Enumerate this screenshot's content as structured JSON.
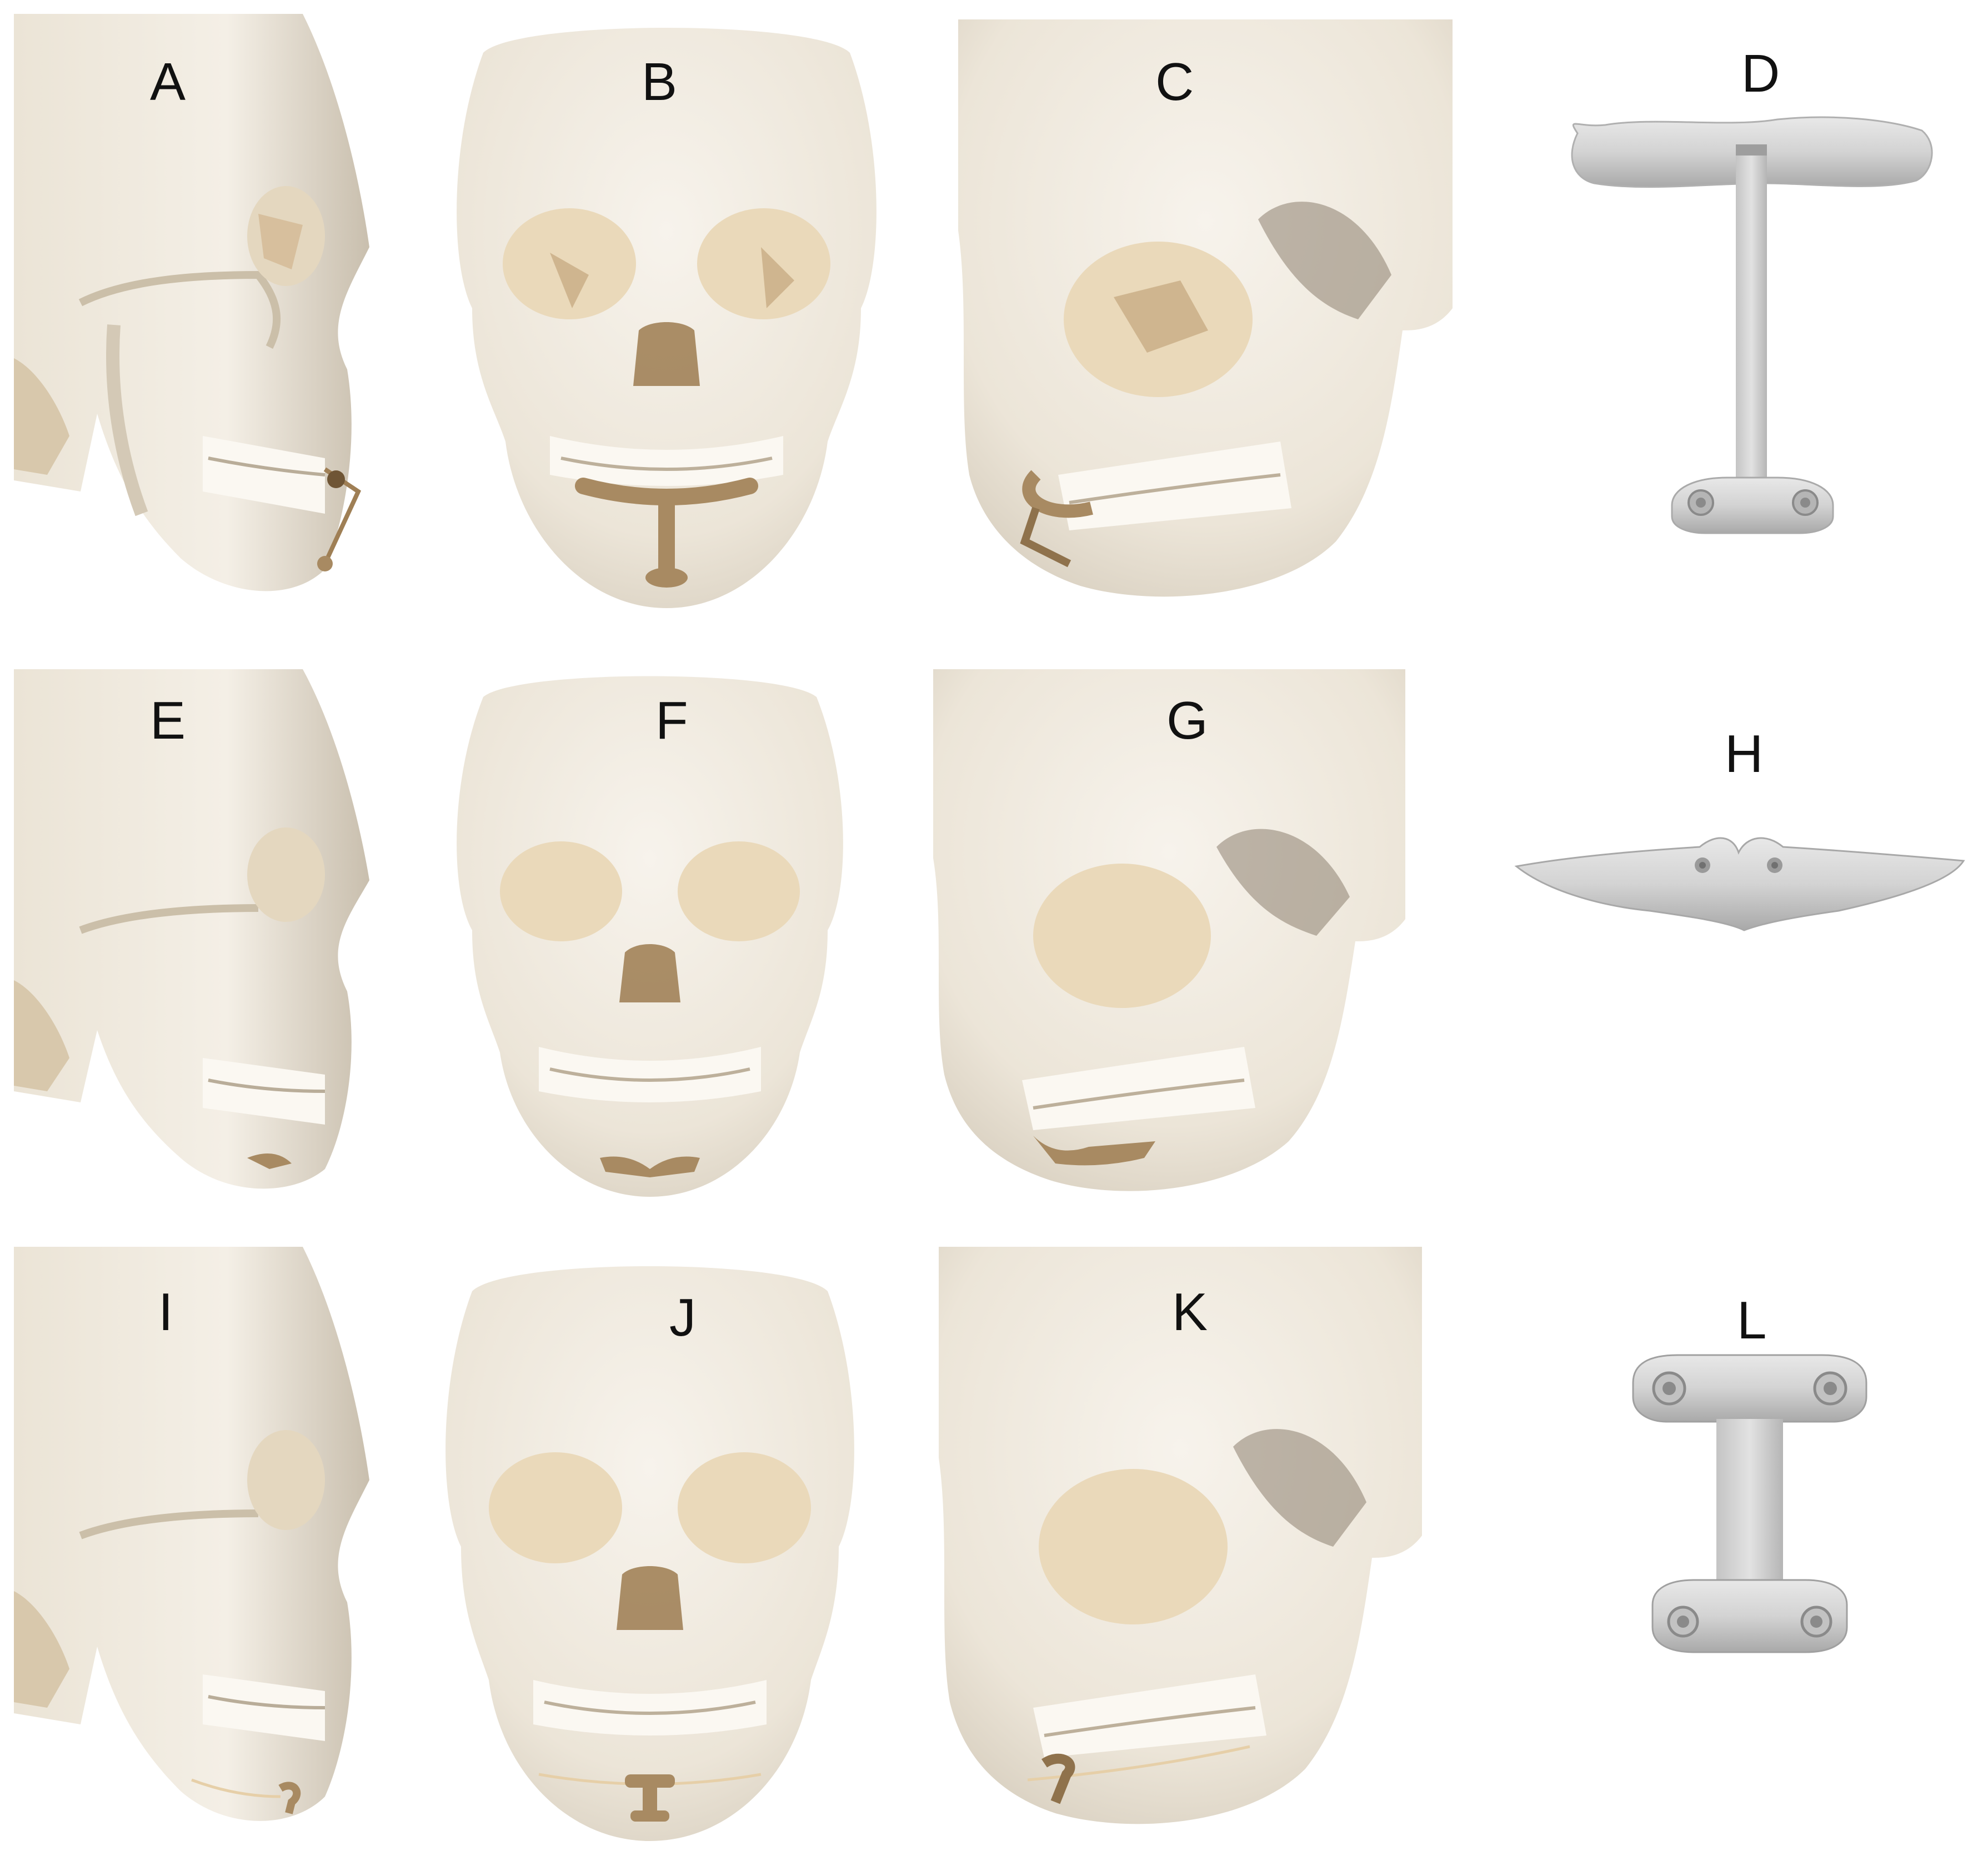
{
  "figure": {
    "panels": [
      {
        "id": "A",
        "label": "A",
        "view": "lateral",
        "implant": "wire-t-splint"
      },
      {
        "id": "B",
        "label": "B",
        "view": "frontal",
        "implant": "wire-t-splint"
      },
      {
        "id": "C",
        "label": "C",
        "view": "oblique",
        "implant": "wire-t-splint"
      },
      {
        "id": "D",
        "label": "D",
        "view": "device",
        "implant": "t-bar-splint"
      },
      {
        "id": "E",
        "label": "E",
        "view": "lateral",
        "implant": "chin-plate"
      },
      {
        "id": "F",
        "label": "F",
        "view": "frontal",
        "implant": "chin-plate"
      },
      {
        "id": "G",
        "label": "G",
        "view": "oblique",
        "implant": "chin-plate"
      },
      {
        "id": "H",
        "label": "H",
        "view": "device",
        "implant": "curved-chin-plate"
      },
      {
        "id": "I",
        "label": "I",
        "view": "lateral",
        "implant": "small-t-plate"
      },
      {
        "id": "J",
        "label": "J",
        "view": "frontal",
        "implant": "small-t-plate"
      },
      {
        "id": "K",
        "label": "K",
        "view": "oblique",
        "implant": "small-t-plate"
      },
      {
        "id": "L",
        "label": "L",
        "view": "device",
        "implant": "double-t-plate"
      }
    ]
  },
  "colors": {
    "bone": "#f1ece2",
    "bone_shade": "#ddd4c4",
    "bone_dark": "#c9bfae",
    "implant": "#a88a62",
    "device": "#d9d9d9",
    "device_shade": "#b8b8b8",
    "hole": "#8f8f8f"
  }
}
